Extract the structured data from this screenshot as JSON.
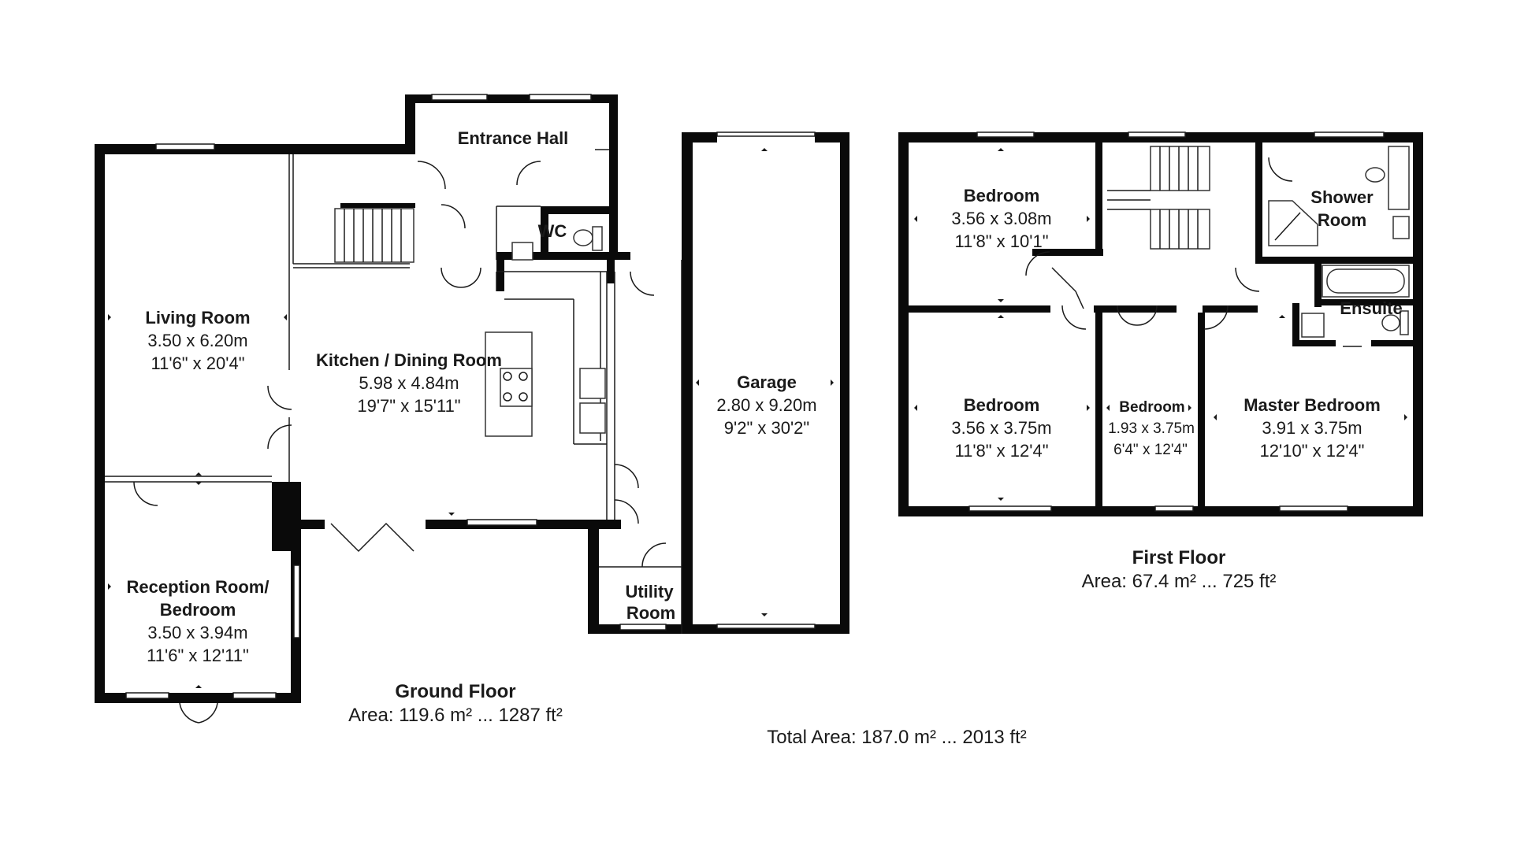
{
  "ground_floor": {
    "title": "Ground Floor",
    "area": "Area: 119.6 m² ... 1287 ft²",
    "rooms": {
      "entrance_hall": {
        "name": "Entrance Hall"
      },
      "wc": {
        "name": "WC"
      },
      "living_room": {
        "name": "Living Room",
        "metric": "3.50 x 6.20m",
        "imperial": "11'6\" x 20'4\""
      },
      "kitchen": {
        "name": "Kitchen / Dining Room",
        "metric": "5.98 x 4.84m",
        "imperial": "19'7\" x 15'11\""
      },
      "garage": {
        "name": "Garage",
        "metric": "2.80 x 9.20m",
        "imperial": "9'2\" x 30'2\""
      },
      "reception": {
        "name_line1": "Reception Room/",
        "name_line2": "Bedroom",
        "metric": "3.50 x 3.94m",
        "imperial": "11'6\" x 12'11\""
      },
      "utility": {
        "name_line1": "Utility",
        "name_line2": "Room"
      }
    }
  },
  "first_floor": {
    "title": "First Floor",
    "area": "Area: 67.4 m² ... 725 ft²",
    "rooms": {
      "bedroom_top": {
        "name": "Bedroom",
        "metric": "3.56 x 3.08m",
        "imperial": "11'8\" x 10'1\""
      },
      "shower_room": {
        "name_line1": "Shower",
        "name_line2": "Room"
      },
      "ensuite": {
        "name": "Ensuite"
      },
      "bedroom_left": {
        "name": "Bedroom",
        "metric": "3.56 x 3.75m",
        "imperial": "11'8\" x 12'4\""
      },
      "bedroom_small": {
        "name": "Bedroom",
        "metric": "1.93 x 3.75m",
        "imperial": "6'4\" x 12'4\""
      },
      "master_bedroom": {
        "name": "Master Bedroom",
        "metric": "3.91 x 3.75m",
        "imperial": "12'10\" x 12'4\""
      }
    }
  },
  "total_area": "Total Area: 187.0 m² ... 2013 ft²"
}
